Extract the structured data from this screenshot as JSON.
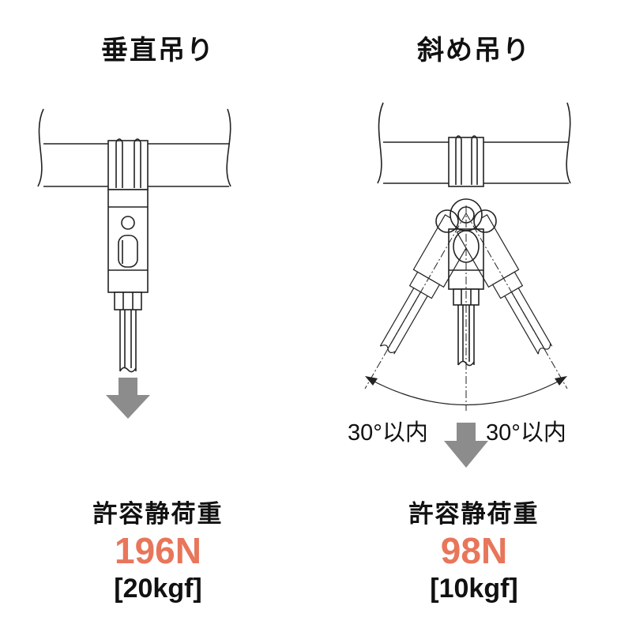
{
  "colors": {
    "accent": "#E8765A",
    "arrow": "#8C8C8C",
    "line": "#222222"
  },
  "vertical": {
    "title": "垂直吊り",
    "load_label": "許容静荷重",
    "load_value": "196N",
    "load_kgf": "[20kgf]"
  },
  "diagonal": {
    "title": "斜め吊り",
    "angle_left": "30°以内",
    "angle_right": "30°以内",
    "load_label": "許容静荷重",
    "load_value": "98N",
    "load_kgf": "[10kgf]"
  }
}
